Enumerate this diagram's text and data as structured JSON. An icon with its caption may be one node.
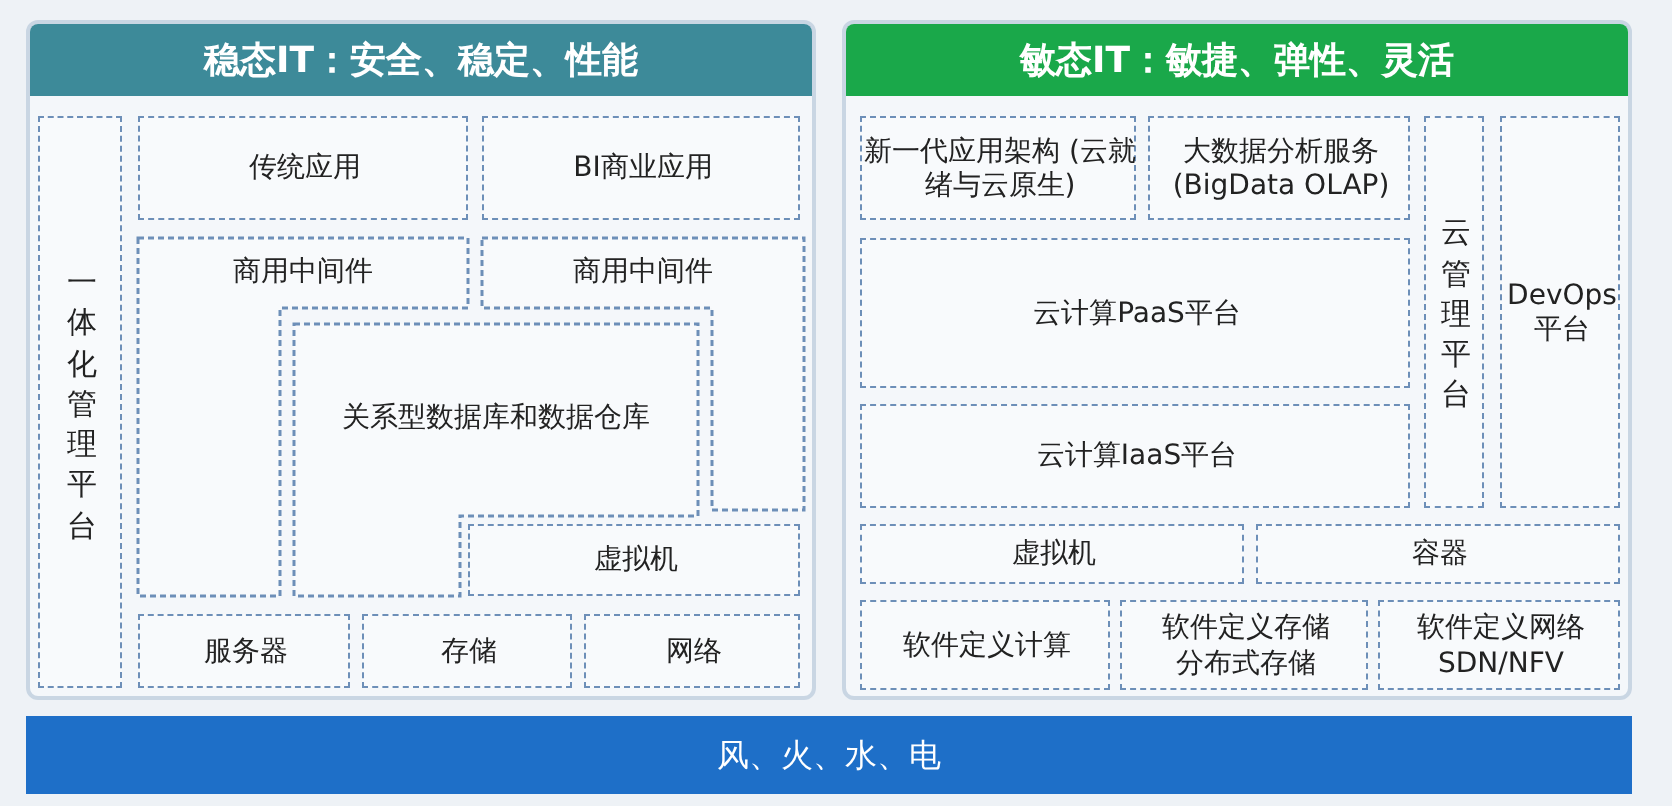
{
  "diagram": {
    "nodes": [
      {
        "text": [
          "稳态IT：安全、稳定、性能"
        ]
      },
      {
        "text": [
          "一体化管理平台"
        ],
        "in": 0
      },
      {
        "text": [
          "传统应用"
        ],
        "in": 0
      },
      {
        "text": [
          "BI商业应用"
        ],
        "in": 0
      },
      {
        "text": [
          "商用中间件"
        ],
        "in": 0
      },
      {
        "text": [
          "商用中间件"
        ],
        "in": 0
      },
      {
        "text": [
          "关系型数据库和数据仓库"
        ],
        "in": 0
      },
      {
        "text": [
          "虚拟机"
        ],
        "in": 0
      },
      {
        "text": [
          "服务器"
        ],
        "in": 0
      },
      {
        "text": [
          "存储"
        ],
        "in": 0
      },
      {
        "text": [
          "网络"
        ],
        "in": 0
      },
      {
        "text": [
          "敏态IT：敏捷、弹性、灵活"
        ]
      },
      {
        "text": [
          "新一代应用架构 (云就绪与云原生)"
        ],
        "in": 11
      },
      {
        "text": [
          "大数据分析服务 (BigData OLAP)"
        ],
        "in": 11
      },
      {
        "text": [
          "云计算PaaS平台"
        ],
        "in": 11
      },
      {
        "text": [
          "云计算IaaS平台"
        ],
        "in": 11
      },
      {
        "text": [
          "云管理平台"
        ],
        "in": 11
      },
      {
        "text": [
          "DevOps 平台"
        ],
        "in": 11
      },
      {
        "text": [
          "虚拟机"
        ],
        "in": 11
      },
      {
        "text": [
          "容器"
        ],
        "in": 11
      },
      {
        "text": [
          "软件定义计算"
        ],
        "in": 11
      },
      {
        "text": [
          "软件定义存储",
          "分布式存储"
        ],
        "in": 11
      },
      {
        "text": [
          "软件定义网络",
          "SDN/NFV"
        ],
        "in": 11
      },
      {
        "text": [
          "风、火、水、电"
        ]
      }
    ]
  }
}
